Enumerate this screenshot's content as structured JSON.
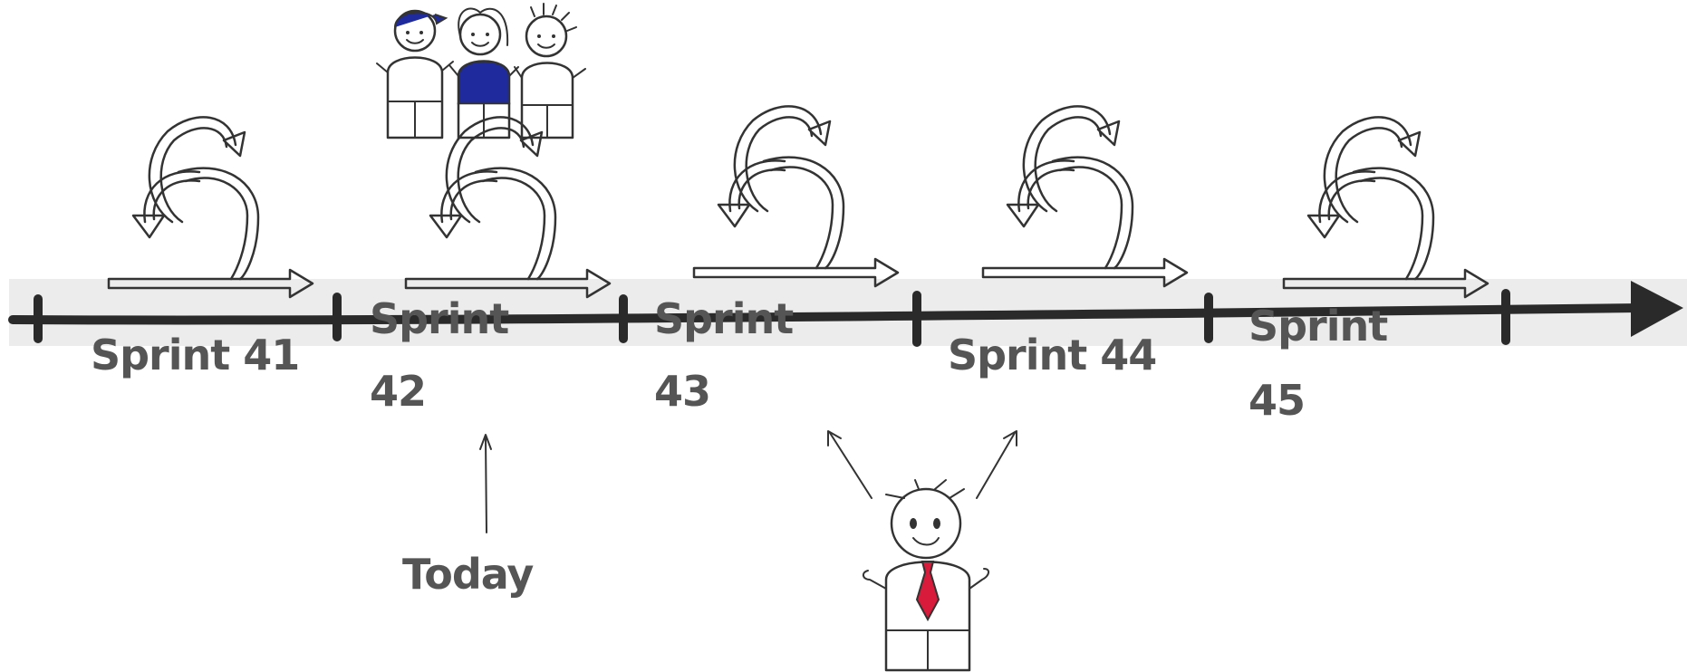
{
  "sprints": [
    {
      "line1": "Sprint 41",
      "line2": ""
    },
    {
      "line1": "Sprint",
      "line2": "42"
    },
    {
      "line1": "Sprint",
      "line2": "43"
    },
    {
      "line1": "Sprint 44",
      "line2": ""
    },
    {
      "line1": "Sprint",
      "line2": "45"
    }
  ],
  "today_label": "Today",
  "colors": {
    "timeline": "#2a2a2a",
    "band": "#ececec",
    "label": "#555555",
    "team_navy": "#1f2a9c",
    "tie_red": "#d81b3a"
  },
  "icons": [
    "sprint-cycle-icon",
    "team-figures-icon",
    "manager-figure-icon",
    "arrow-icon"
  ]
}
